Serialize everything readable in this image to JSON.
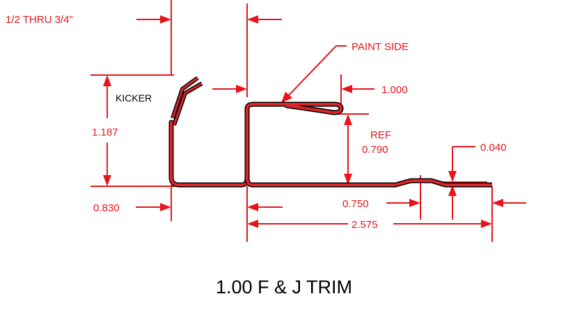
{
  "drawing": {
    "title": "1.00 F & J TRIM",
    "labels": {
      "range": "1/2 THRU 3/4\"",
      "paint_side": "PAINT SIDE",
      "kicker": "KICKER",
      "ref": "REF"
    },
    "dimensions": {
      "top_flange": "1.000",
      "kicker_height": "1.187",
      "ref_height": "0.790",
      "offset": "0.040",
      "left_leg": "0.830",
      "offset_width": "0.750",
      "overall_width": "2.575"
    },
    "colors": {
      "dimension": "#e8141b",
      "profile_outline": "#000000",
      "profile_fill": "#d9262b",
      "text": "#000000"
    }
  }
}
